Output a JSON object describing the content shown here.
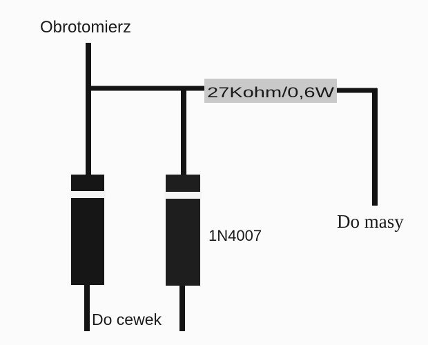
{
  "labels": {
    "tachometer": "Obrotomierz",
    "resistor": "27Kohm/0,6W",
    "ground": "Do masy",
    "diode": "1N4007",
    "coils": "Do cewek"
  },
  "colors": {
    "wire": "#141414",
    "diode_body": "#161616",
    "diode_body_right": "#1e1e1e",
    "diode_band": "#f4f4f4",
    "resistor_body": "#c9c9c9",
    "background": "#fbfbfb"
  }
}
